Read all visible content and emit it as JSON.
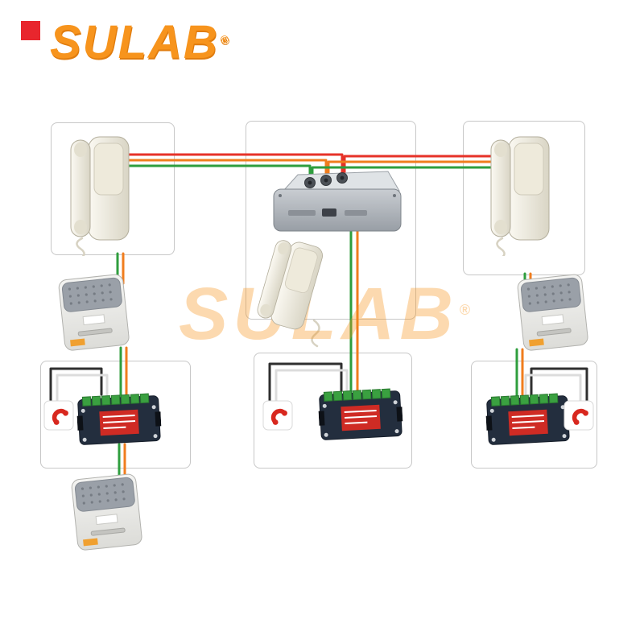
{
  "logo": {
    "text": "SULAB",
    "registered_mark": "®"
  },
  "watermark": {
    "text": "SULAB",
    "registered_mark": "®"
  },
  "palette": {
    "logo_orange": "#f7941d",
    "logo_red_square": "#e8262d",
    "wire_red": "#e63228",
    "wire_orange": "#f07d1e",
    "wire_green": "#2f9e3e",
    "wire_black": "#2f2f2f",
    "wire_white": "#dcdcdc",
    "phone_icon_red": "#d8281f",
    "pcb_label_red": "#cf2b24",
    "pcb_terminal_green": "#3aa040"
  },
  "diagram": {
    "devices": [
      "intercom-handset-left",
      "intercom-handset-right",
      "intercom-handset-center",
      "master-control-unit",
      "door-speaker-left",
      "door-speaker-right",
      "door-speaker-bottom",
      "control-pcb-left",
      "control-pcb-center",
      "control-pcb-right",
      "telephone-icon-left",
      "telephone-icon-center",
      "telephone-icon-right"
    ]
  }
}
